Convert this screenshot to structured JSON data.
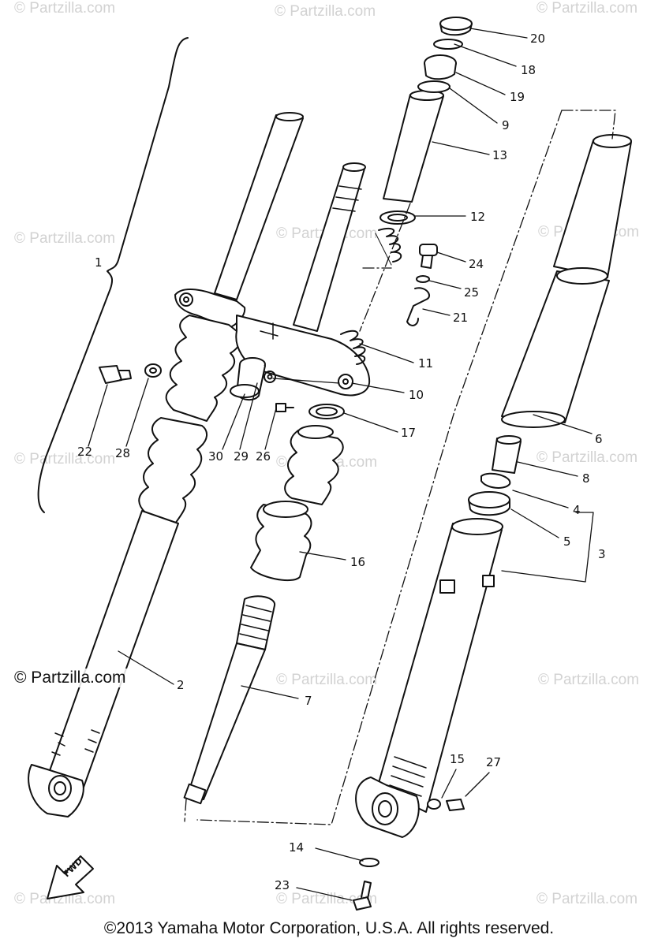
{
  "watermark_text": "© Partzilla.com",
  "brand_overlay": "© Partzilla.com",
  "copyright": "©2013  Yamaha Motor Corporation, U.S.A. All rights reserved.",
  "direction_marker": "FWD",
  "callouts": [
    "1",
    "2",
    "3",
    "4",
    "5",
    "6",
    "7",
    "8",
    "9",
    "10",
    "11",
    "12",
    "13",
    "14",
    "15",
    "16",
    "17",
    "18",
    "19",
    "20",
    "21",
    "22",
    "23",
    "24",
    "25",
    "26",
    "27",
    "28",
    "29",
    "30"
  ],
  "colors": {
    "line": "#111111",
    "watermark": "#d2d2d2",
    "background": "#ffffff"
  }
}
